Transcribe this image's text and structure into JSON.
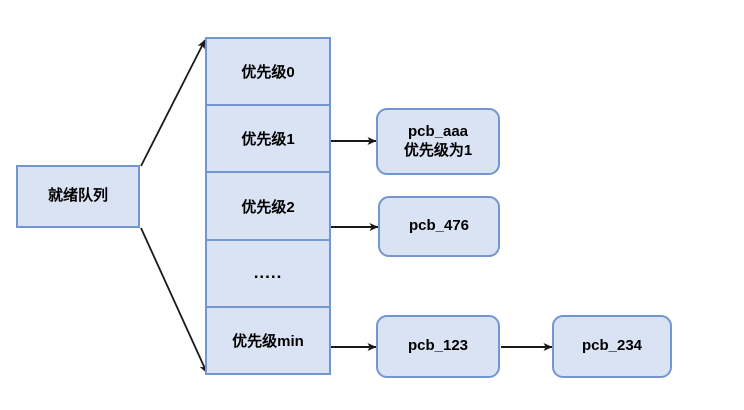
{
  "diagram": {
    "title_box": {
      "label": "就绪队列"
    },
    "priority_column": {
      "cells": [
        {
          "label": "优先级0"
        },
        {
          "label": "优先级1"
        },
        {
          "label": "优先级2"
        },
        {
          "label": "....."
        },
        {
          "label": "优先级min"
        }
      ]
    },
    "pcb_nodes": [
      {
        "line1": "pcb_aaa",
        "line2": "优先级为1"
      },
      {
        "line1": "pcb_476"
      },
      {
        "line1": "pcb_123"
      },
      {
        "line1": "pcb_234"
      }
    ],
    "colors": {
      "fill": "#dae3f3",
      "stroke": "#7396d0",
      "arrow": "#1a1a1a",
      "background": "#ffffff",
      "text": "#000000"
    }
  }
}
